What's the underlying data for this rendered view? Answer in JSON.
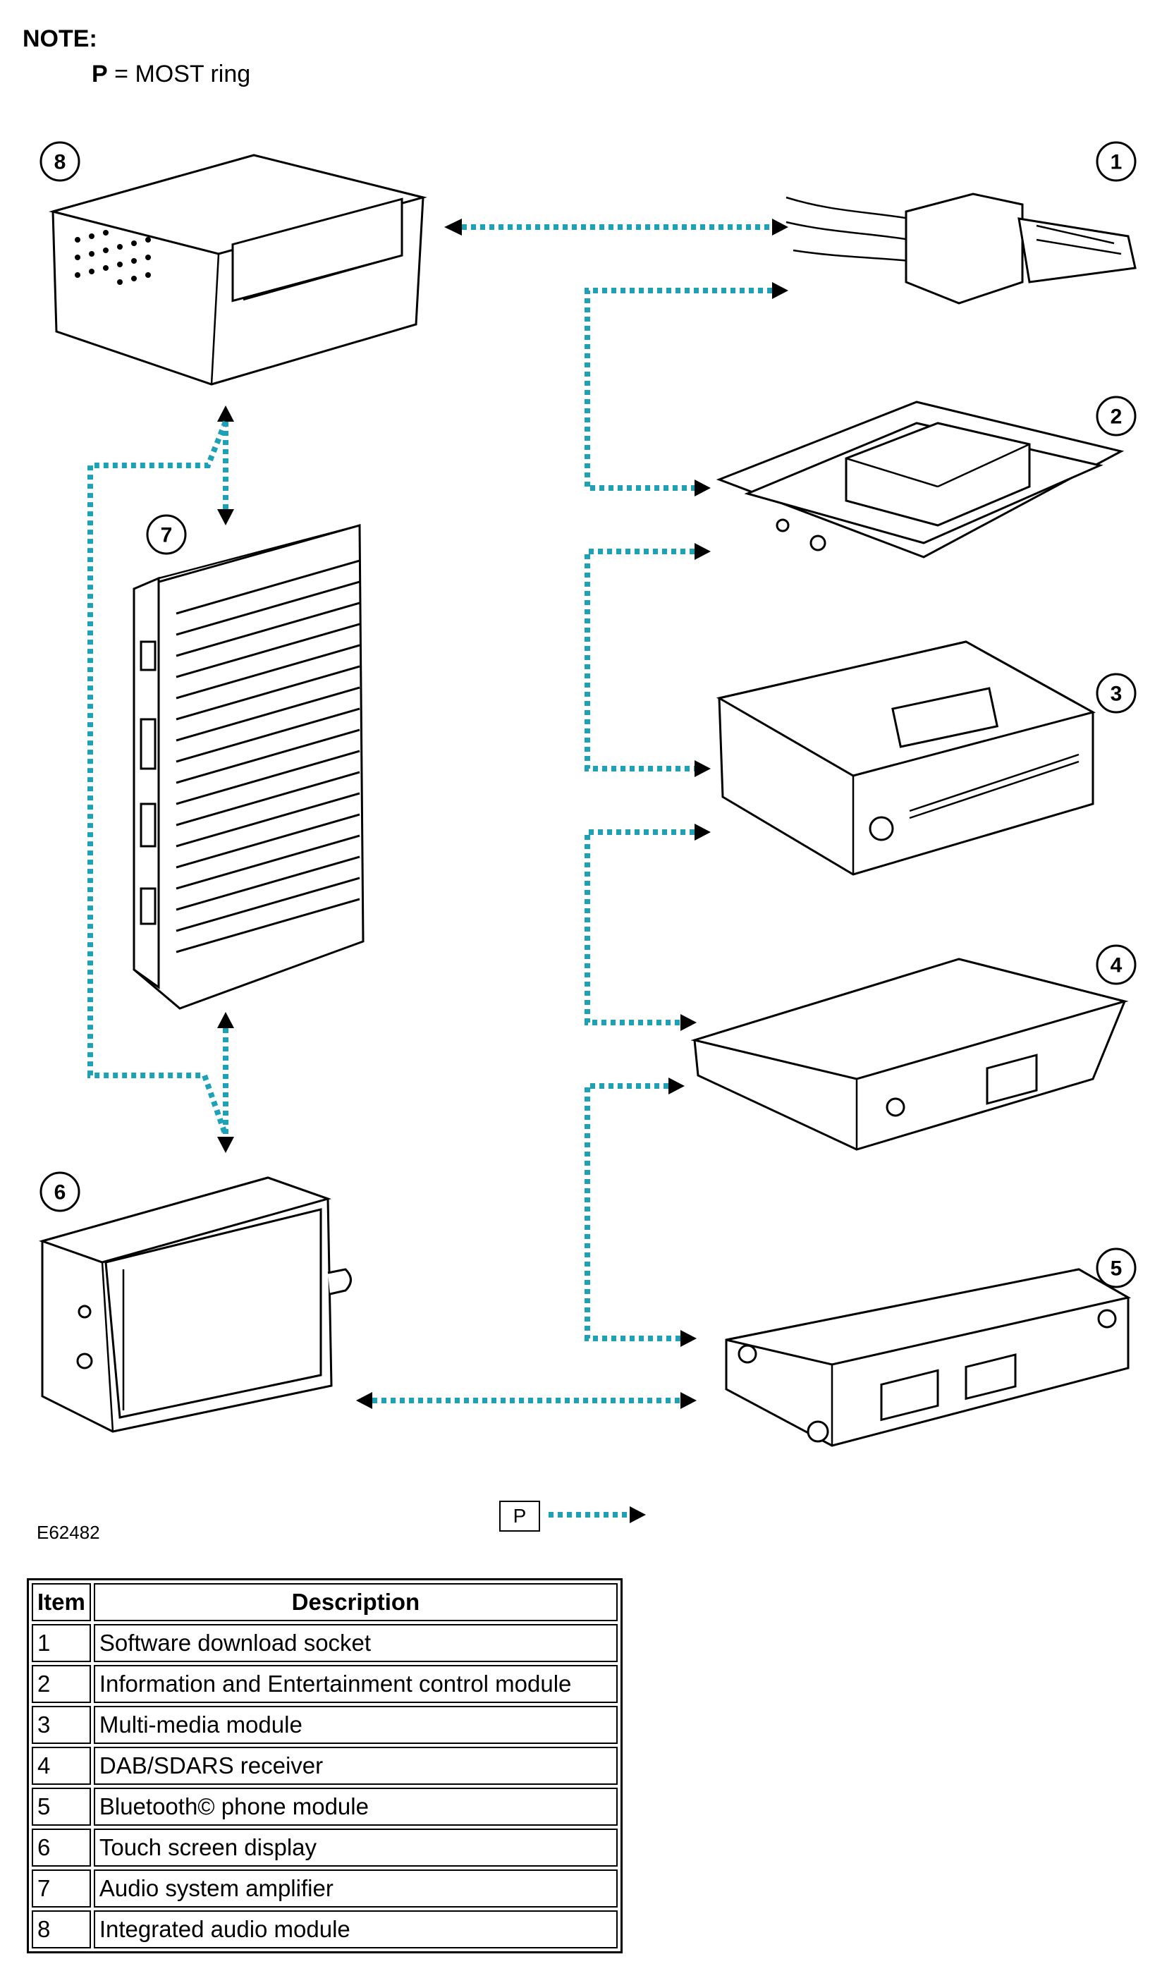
{
  "note": {
    "heading": "NOTE:",
    "key": "P",
    "definition": "= MOST ring"
  },
  "figure_id": "E62482",
  "legend_label": "P",
  "callouts": [
    "1",
    "2",
    "3",
    "4",
    "5",
    "6",
    "7",
    "8"
  ],
  "colors": {
    "ring": "#1da1b6",
    "outline": "#000000"
  },
  "table": {
    "headers": {
      "item": "Item",
      "description": "Description"
    },
    "rows": [
      {
        "item": "1",
        "description": "Software download socket"
      },
      {
        "item": "2",
        "description": "Information and Entertainment control module"
      },
      {
        "item": "3",
        "description": "Multi-media module"
      },
      {
        "item": "4",
        "description": "DAB/SDARS receiver"
      },
      {
        "item": "5",
        "description": "Bluetooth© phone module"
      },
      {
        "item": "6",
        "description": "Touch screen display"
      },
      {
        "item": "7",
        "description": "Audio system amplifier"
      },
      {
        "item": "8",
        "description": "Integrated audio module"
      }
    ]
  }
}
